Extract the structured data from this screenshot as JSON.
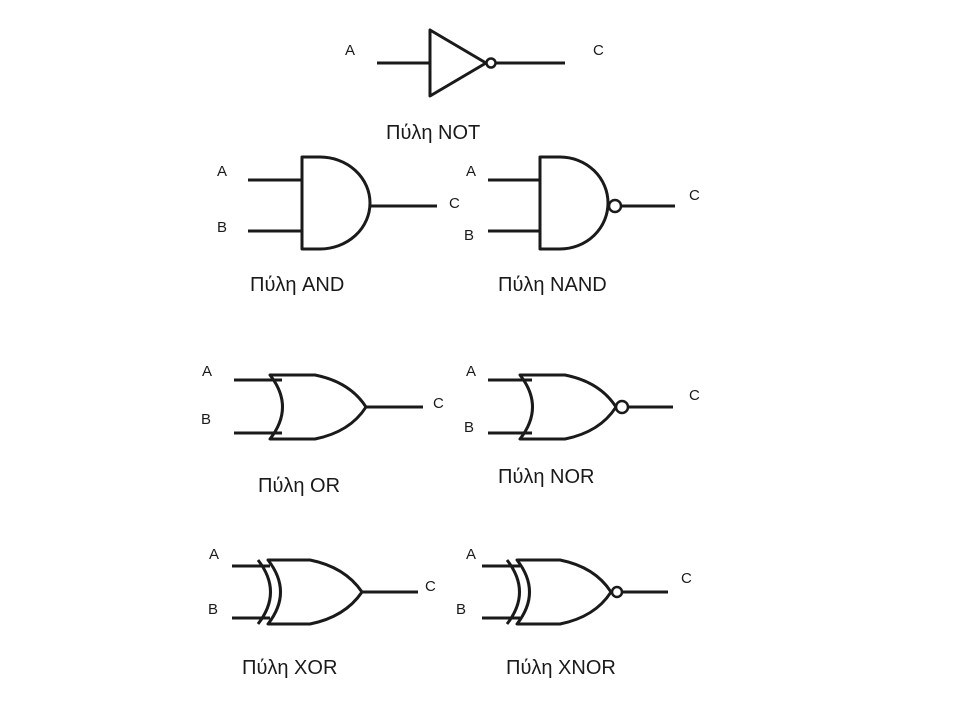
{
  "gates": {
    "not": {
      "caption": "Πύλη NOT",
      "in_a": "A",
      "out": "C"
    },
    "and": {
      "caption": "Πύλη AND",
      "in_a": "A",
      "in_b": "B",
      "out": "C"
    },
    "nand": {
      "caption": "Πύλη NAND",
      "in_a": "A",
      "in_b": "B",
      "out": "C"
    },
    "or": {
      "caption": "Πύλη OR",
      "in_a": "A",
      "in_b": "B",
      "out": "C"
    },
    "nor": {
      "caption": "Πύλη NOR",
      "in_a": "A",
      "in_b": "B",
      "out": "C"
    },
    "xor": {
      "caption": "Πύλη XOR",
      "in_a": "A",
      "in_b": "B",
      "out": "C"
    },
    "xnor": {
      "caption": "Πύλη XNOR",
      "in_a": "A",
      "in_b": "B",
      "out": "C"
    }
  }
}
